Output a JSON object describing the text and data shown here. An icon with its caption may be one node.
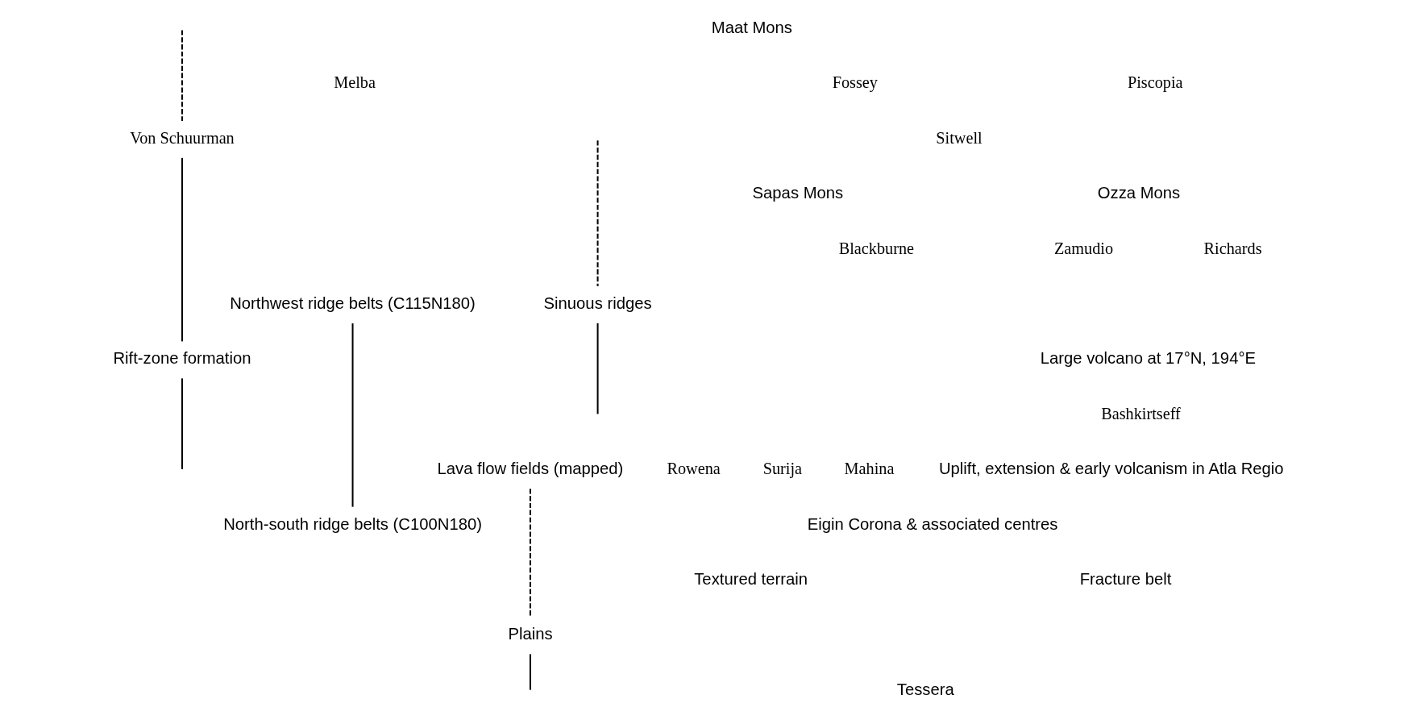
{
  "diagram": {
    "nodes": [
      {
        "text": [
          "Von Schuurman"
        ]
      },
      {
        "text": [
          "Northwest ridge belts (C115N180)"
        ]
      },
      {
        "text": [
          "Sinuous ridges"
        ]
      },
      {
        "text": [
          "Rift-zone formation"
        ]
      },
      {
        "text": [
          "Lava flow fields (mapped)"
        ]
      },
      {
        "text": [
          "North-south ridge belts (C100N180)"
        ]
      },
      {
        "text": [
          "Plains"
        ]
      }
    ],
    "edges": [
      {
        "from": null,
        "to": 0,
        "arrow": "none",
        "style": "dashed"
      },
      {
        "from": 0,
        "to": 3,
        "arrow": "none"
      },
      {
        "from": 3,
        "to": null,
        "arrow": "none"
      },
      {
        "from": null,
        "to": 2,
        "arrow": "none",
        "style": "dashed"
      },
      {
        "from": 2,
        "to": null,
        "arrow": "none"
      },
      {
        "from": 1,
        "to": 5,
        "arrow": "none"
      },
      {
        "from": 4,
        "to": 6,
        "arrow": "none",
        "style": "dashed"
      },
      {
        "from": 6,
        "to": null,
        "arrow": "none"
      }
    ],
    "labels": [
      "Maat Mons",
      "Melba",
      "Fossey",
      "Piscopia",
      "Sitwell",
      "Sapas Mons",
      "Ozza Mons",
      "Blackburne",
      "Zamudio",
      "Richards",
      "Large volcano at 17°N, 194°E",
      "Bashkirtseff",
      "Rowena",
      "Surija",
      "Mahina",
      "Uplift, extension & early volcanism in Atla Regio",
      "Eigin Corona & associated centres",
      "Textured terrain",
      "Fracture belt",
      "Tessera"
    ]
  }
}
